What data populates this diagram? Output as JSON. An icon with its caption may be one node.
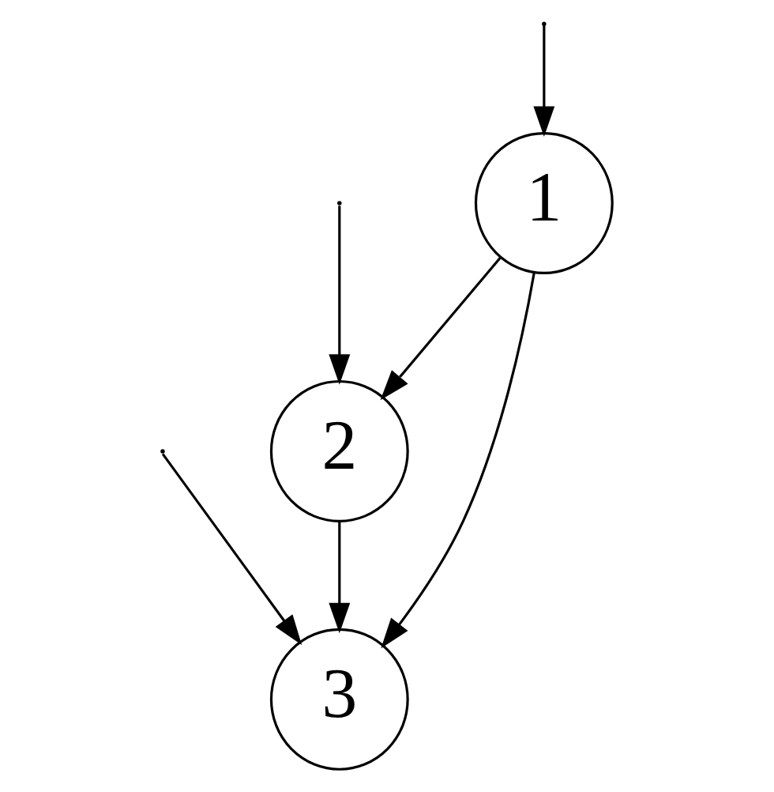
{
  "diagram": {
    "nodes": [
      {
        "text": [
          "1"
        ]
      },
      {
        "text": [
          "2"
        ]
      },
      {
        "text": [
          "3"
        ]
      }
    ],
    "edges": [
      {
        "from": 0,
        "to": 1,
        "arrow": "to"
      },
      {
        "from": 1,
        "to": 2,
        "arrow": "to"
      },
      {
        "from": 0,
        "to": 2,
        "arrow": "to"
      },
      {
        "from": null,
        "to": 0,
        "arrow": "to"
      },
      {
        "from": null,
        "to": 1,
        "arrow": "to"
      },
      {
        "from": null,
        "to": 2,
        "arrow": "to"
      }
    ]
  }
}
